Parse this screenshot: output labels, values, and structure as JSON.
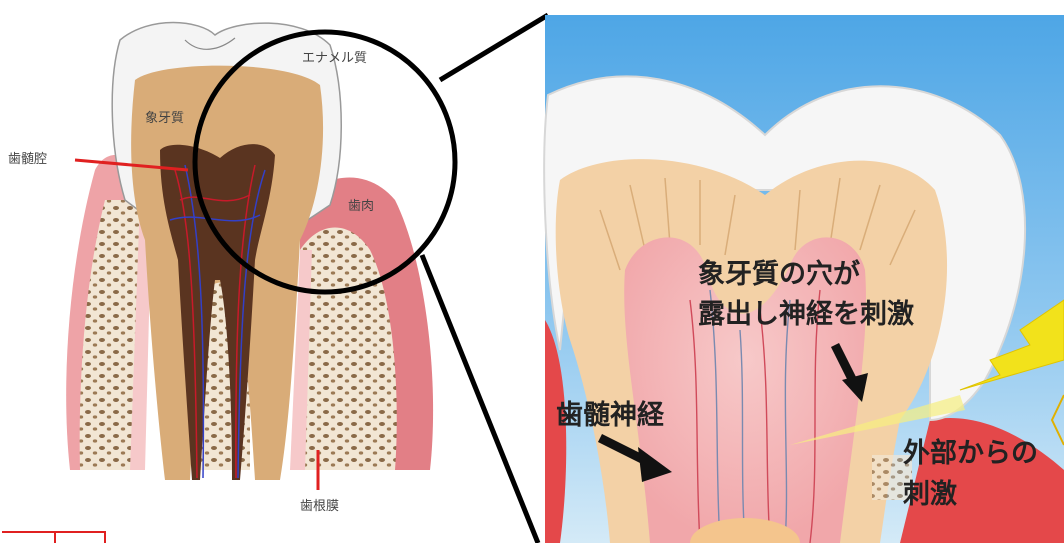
{
  "left_diagram": {
    "labels": {
      "enamel": "エナメル質",
      "dentin": "象牙質",
      "pulp_cavity": "歯髄腔",
      "gum": "歯肉",
      "root_membrane": "歯根膜"
    }
  },
  "right_diagram": {
    "labels": {
      "dentin_holes_line1": "象牙質の穴が",
      "dentin_holes_line2": "露出し神経を刺激",
      "pulp_nerve": "歯髄神経",
      "external_line1": "外部からの",
      "external_line2": "刺激"
    }
  },
  "colors": {
    "sky_top": "#5aaee8",
    "sky_bottom": "#cfe6f6",
    "enamel": "#f3f3f3",
    "dentin": "#d9b07a",
    "pulp": "#5a3420",
    "gum": "#e27f86",
    "gum_light": "#f4c2c3",
    "bone": "#efe3d0",
    "leader_red": "#e02020",
    "lightning": "#f2e21b"
  }
}
